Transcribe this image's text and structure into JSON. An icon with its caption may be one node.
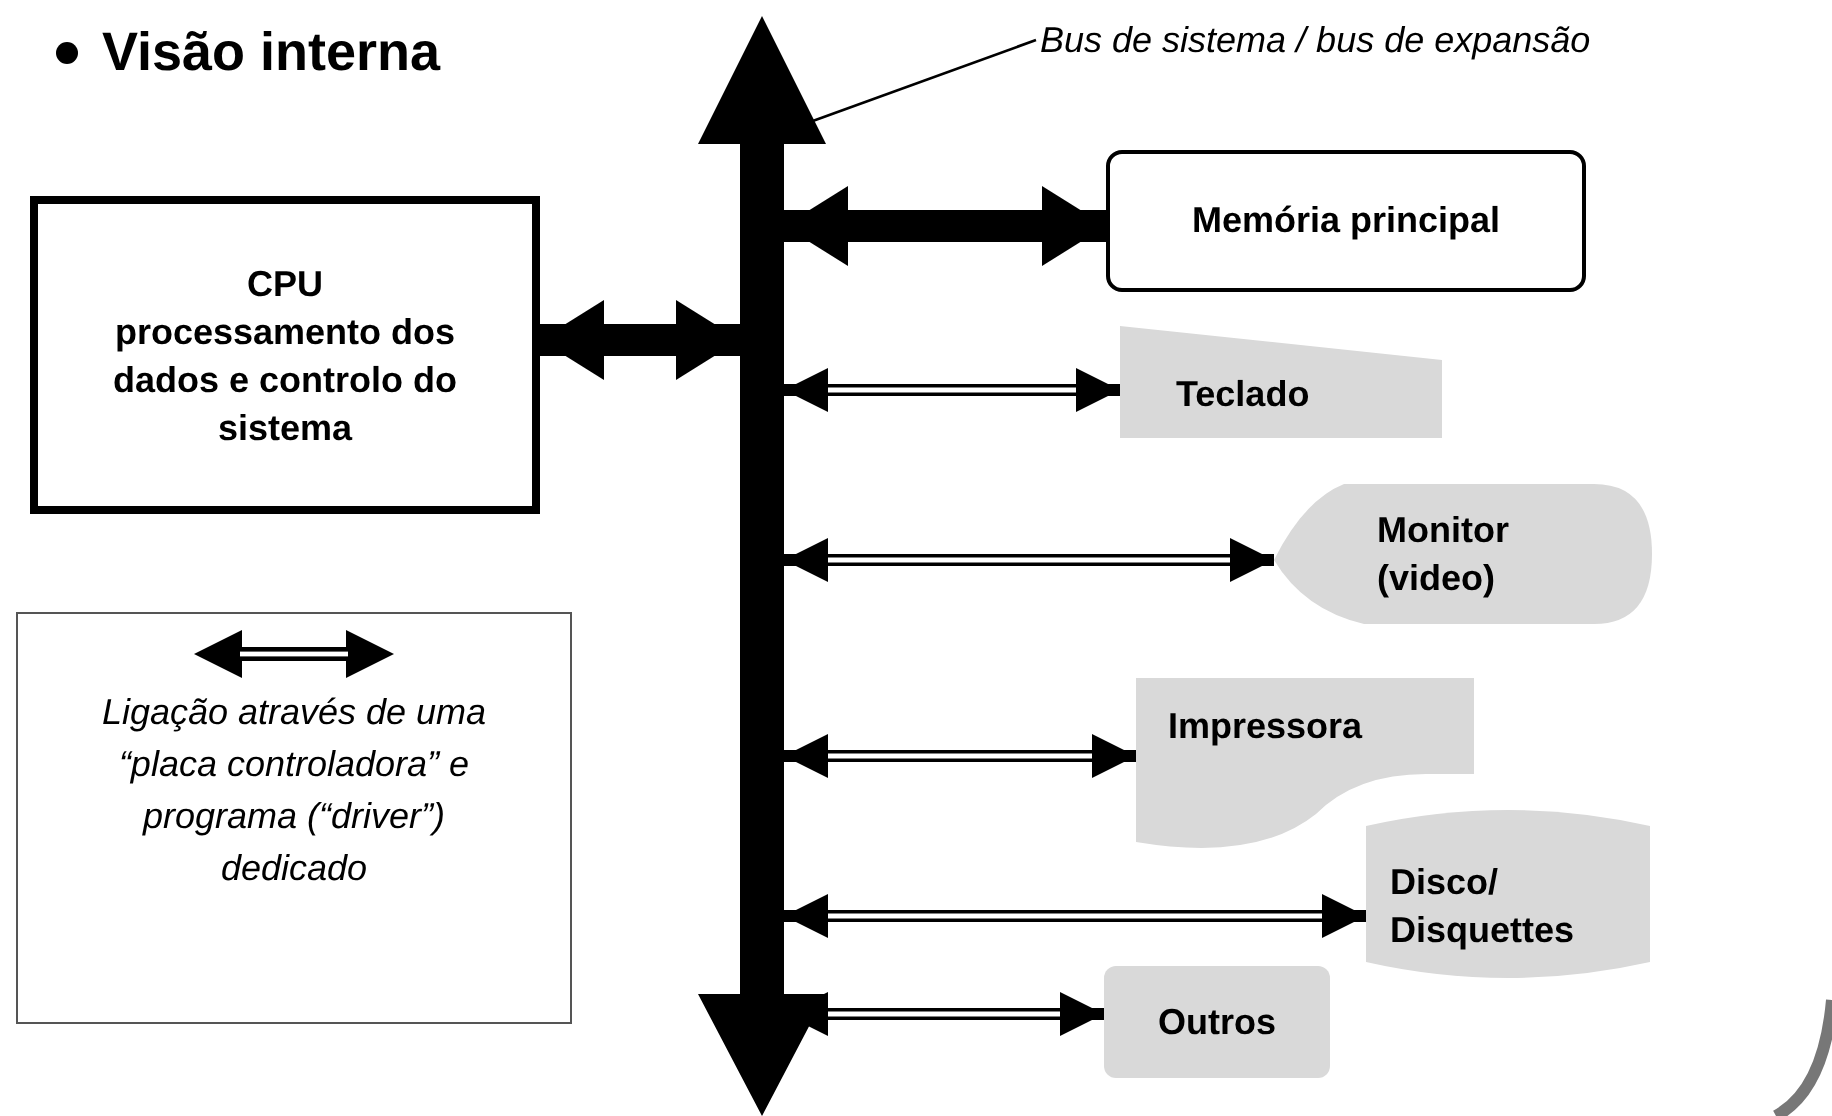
{
  "diagram": {
    "title": "Visão interna",
    "nodes": [
      {
        "text": [
          "CPU",
          "processamento dos dados e controlo do sistema"
        ]
      },
      {
        "text": [],
        "shape": "bar"
      },
      {
        "text": [
          "Bus de sistema / bus de expansão"
        ]
      },
      {
        "text": [
          "Memória principal"
        ]
      },
      {
        "text": [
          "Teclado"
        ]
      },
      {
        "text": [
          "Monitor (video)"
        ]
      },
      {
        "text": [
          "Impressora"
        ]
      },
      {
        "text": [
          "Disco/ Disquettes"
        ]
      },
      {
        "text": [
          "Outros"
        ]
      }
    ],
    "edges": [
      {
        "from": 0,
        "to": 1,
        "arrow": "both",
        "style": "thick"
      },
      {
        "from": 1,
        "to": 3,
        "arrow": "both",
        "style": "thick"
      },
      {
        "from": 1,
        "to": 4,
        "arrow": "both"
      },
      {
        "from": 1,
        "to": 5,
        "arrow": "both"
      },
      {
        "from": 1,
        "to": 6,
        "arrow": "both"
      },
      {
        "from": 1,
        "to": 7,
        "arrow": "both"
      },
      {
        "from": 1,
        "to": 8,
        "arrow": "both"
      },
      {
        "from": 2,
        "to": 1,
        "arrow": "none"
      }
    ],
    "legend": [
      {
        "text": "Ligação através de uma “placa controladora” e programa (“driver”) dedicado"
      }
    ]
  }
}
